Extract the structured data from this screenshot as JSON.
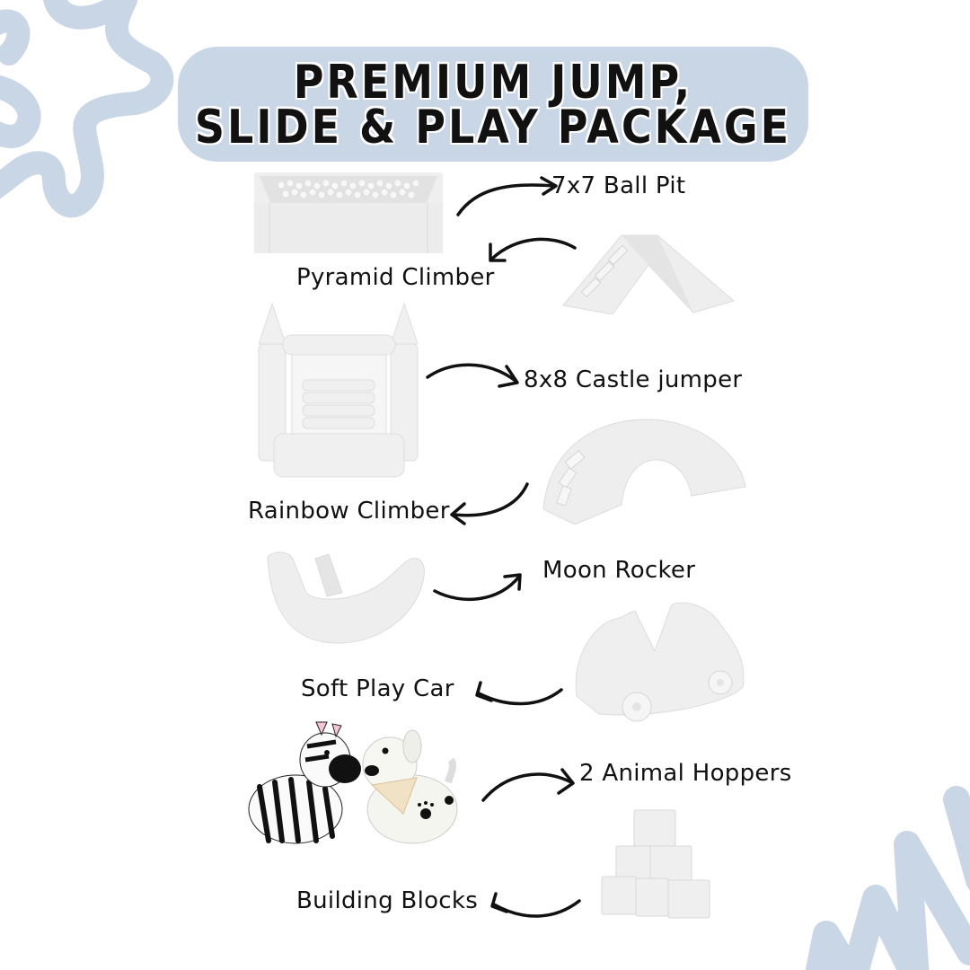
{
  "title": {
    "line1": "Premium Jump,",
    "line2": "Slide & Play Package",
    "pill_color": "#c9d6e6"
  },
  "colors": {
    "background": "#ffffff",
    "accent_scribble": "#c9d6e6",
    "text": "#111111"
  },
  "items": [
    {
      "label": "7x7 Ball Pit",
      "image": "ball-pit-image"
    },
    {
      "label": "Pyramid Climber",
      "image": "pyramid-climber-image"
    },
    {
      "label": "8x8 Castle jumper",
      "image": "castle-jumper-image"
    },
    {
      "label": "Rainbow Climber",
      "image": "rainbow-climber-image"
    },
    {
      "label": "Moon Rocker",
      "image": "moon-rocker-image"
    },
    {
      "label": "Soft Play Car",
      "image": "soft-play-car-image"
    },
    {
      "label": "2 Animal Hoppers",
      "image": "animal-hoppers-image"
    },
    {
      "label": "Building Blocks",
      "image": "building-blocks-image"
    }
  ]
}
